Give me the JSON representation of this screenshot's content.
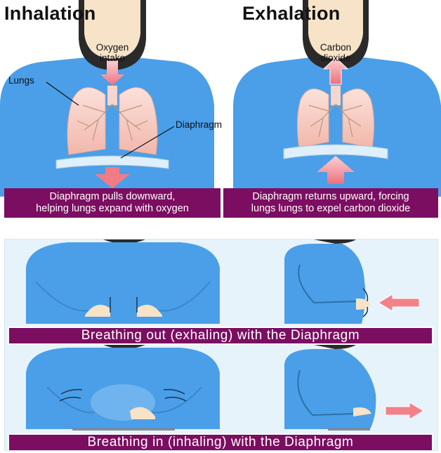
{
  "top": {
    "inhalation": {
      "heading": "Inhalation",
      "oxygen_label": "Oxygen\nintake",
      "lungs_label": "Lungs",
      "diaphragm_label": "Diaphragm",
      "caption_line1": "Diaphragm pulls downward,",
      "caption_line2": "helping lungs expand with oxygen"
    },
    "exhalation": {
      "heading": "Exhalation",
      "co2_label": "Carbon\ndioxide",
      "caption_line1": "Diaphragm returns upward, forcing",
      "caption_line2": "lungs lungs to expel carbon dioxide"
    }
  },
  "bottom": {
    "exhaling_caption": "Breathing out (exhaling) with the Diaphragm",
    "inhaling_caption": "Breathing in (inhaling) with the Diaphragm"
  },
  "colors": {
    "shirt": "#4a9fe8",
    "skin": "#f6e3c8",
    "hair": "#2a2a2a",
    "lung": "#f7c9c0",
    "caption": "#7b0e61",
    "arrow": "#f2828a"
  }
}
